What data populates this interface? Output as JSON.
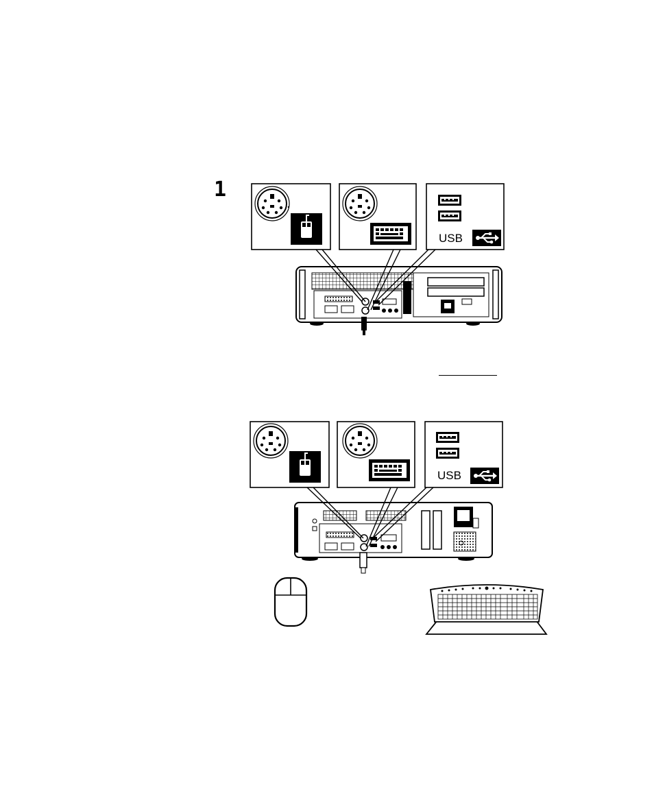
{
  "step": {
    "number": "1"
  },
  "figures": [
    {
      "usb_label": "USB"
    },
    {
      "usb_label": "USB"
    }
  ],
  "icons": [
    "ps2-port-icon",
    "mouse-icon",
    "keyboard-icon",
    "usb-port-icon",
    "usb-symbol-icon",
    "desktop-computer-back-icon",
    "mini-tower-computer-back-icon",
    "keyboard-device-icon",
    "mouse-device-icon"
  ]
}
